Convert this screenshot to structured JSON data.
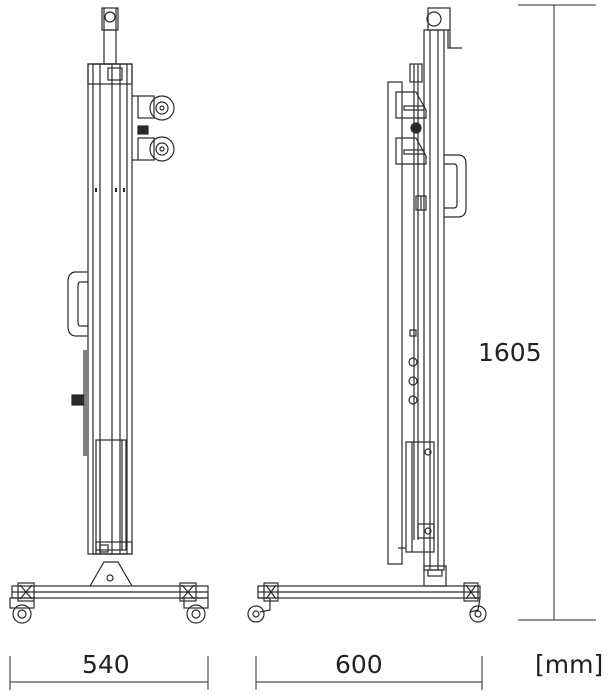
{
  "dimensions": {
    "width": "540",
    "depth": "600",
    "height": "1605",
    "unit": "[mm]"
  },
  "colors": {
    "line": "#2a2a2a",
    "background": "#ffffff"
  }
}
